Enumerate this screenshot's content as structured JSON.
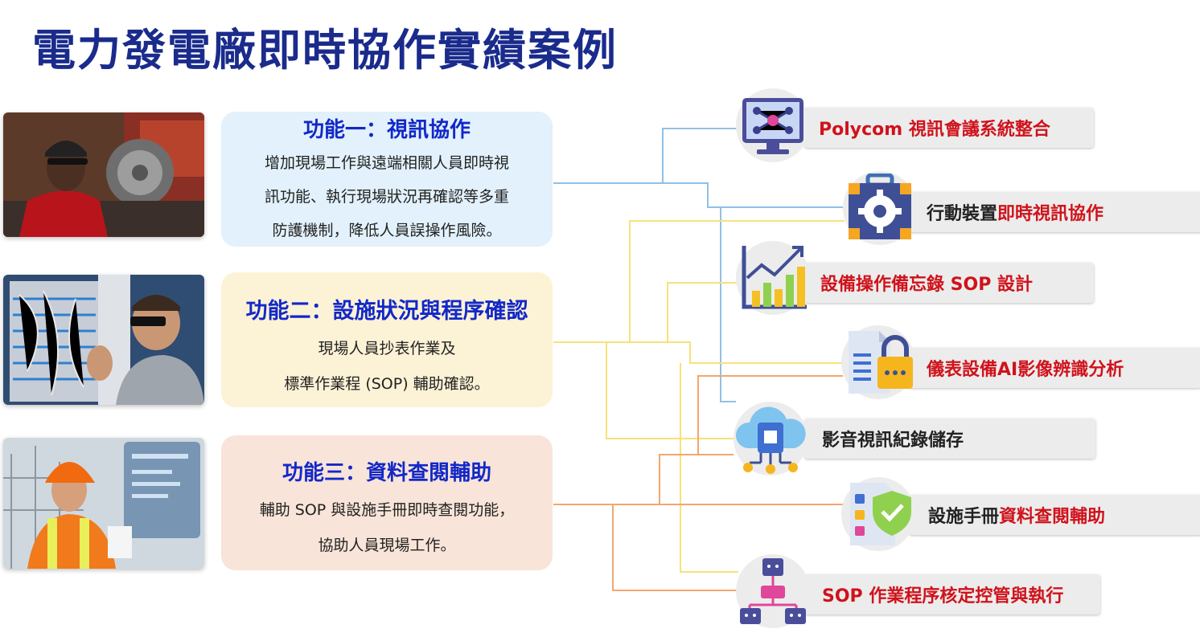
{
  "title": "電力發電廠即時協作實績案例",
  "features": [
    {
      "title": "功能一：視訊協作",
      "lines": [
        "增加現場工作與遠端相關人員即時視",
        "訊功能、執行現場狀況再確認等多重",
        "防護機制，降低人員誤操作風險。"
      ]
    },
    {
      "title": "功能二：設施狀況與程序確認",
      "lines": [
        "現場人員抄表作業及",
        "標準作業程 (SOP) 輔助確認。"
      ]
    },
    {
      "title": "功能三：資料查閱輔助",
      "lines": [
        "輔助 SOP 與設施手冊即時查閱功能，",
        "協助人員現場工作。"
      ]
    }
  ],
  "items": [
    {
      "icon": "network-monitor-icon",
      "plain": "",
      "highlight": "Polycom 視訊會議系統整合"
    },
    {
      "icon": "gear-toolbox-icon",
      "plain": "行動裝置",
      "highlight": "即時視訊協作"
    },
    {
      "icon": "growth-chart-icon",
      "plain": "",
      "highlight": "設備操作備忘錄 SOP 設計"
    },
    {
      "icon": "document-lock-icon",
      "plain": "",
      "highlight": "儀表設備AI影像辨識分析"
    },
    {
      "icon": "cloud-storage-icon",
      "plain": "影音視訊紀錄儲存",
      "highlight": ""
    },
    {
      "icon": "shield-document-icon",
      "plain": "設施手冊",
      "highlight": "資料查閱輔助"
    },
    {
      "icon": "hierarchy-icon",
      "plain": "",
      "highlight": "SOP 作業程序核定控管與執行"
    }
  ],
  "photos": [
    "smart-glasses-worker-photo",
    "technician-server-rack-photo",
    "engineer-hardhat-tablet-photo"
  ],
  "colors": {
    "title": "#1a2b8c",
    "feature_title": "#1228c8",
    "highlight": "#d0121b",
    "line_blue": "#8fc0e8",
    "line_yellow": "#f5e27a",
    "line_orange": "#f2a66e"
  }
}
